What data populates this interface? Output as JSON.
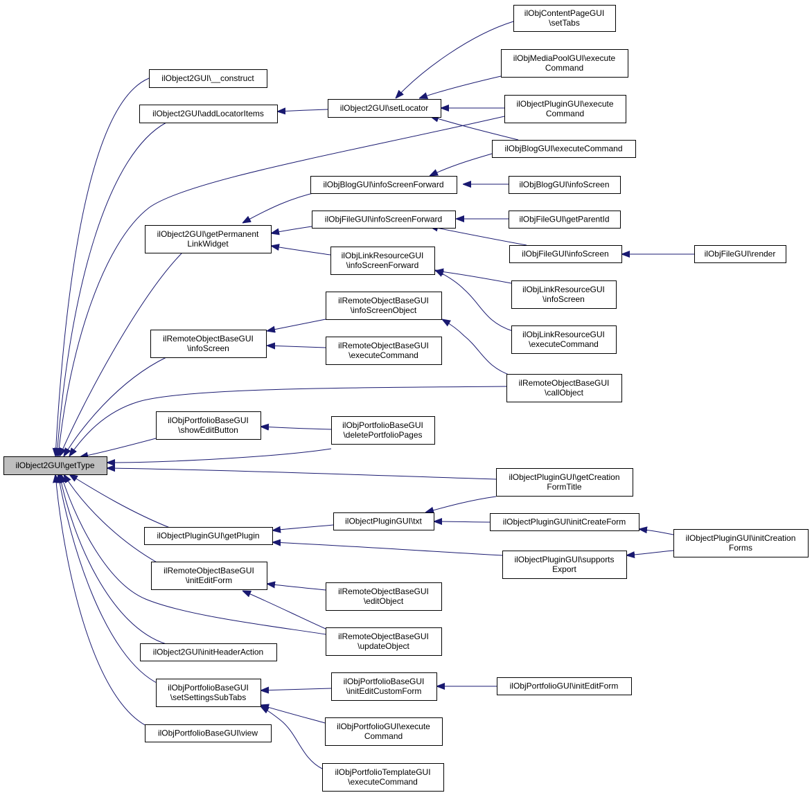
{
  "nodes": {
    "root": [
      "ilObject2GUI\\getType"
    ],
    "n_construct": [
      "ilObject2GUI\\__construct"
    ],
    "n_addLocatorItems": [
      "ilObject2GUI\\addLocatorItems"
    ],
    "n_setLocator": [
      "ilObject2GUI\\setLocator"
    ],
    "n_contentPageSetTabs": [
      "ilObjContentPageGUI",
      "\\setTabs"
    ],
    "n_mediaPoolExec": [
      "ilObjMediaPoolGUI\\execute",
      "Command"
    ],
    "n_pluginExec": [
      "ilObjectPluginGUI\\execute",
      "Command"
    ],
    "n_blogExec": [
      "ilObjBlogGUI\\executeCommand"
    ],
    "n_blogInfoFwd": [
      "ilObjBlogGUI\\infoScreenForward"
    ],
    "n_blogInfo": [
      "ilObjBlogGUI\\infoScreen"
    ],
    "n_permLink": [
      "ilObject2GUI\\getPermanent",
      "LinkWidget"
    ],
    "n_fileInfoFwd": [
      "ilObjFileGUI\\infoScreenForward"
    ],
    "n_fileParentId": [
      "ilObjFileGUI\\getParentId"
    ],
    "n_fileInfo": [
      "ilObjFileGUI\\infoScreen"
    ],
    "n_fileRender": [
      "ilObjFileGUI\\render"
    ],
    "n_linkInfoFwd": [
      "ilObjLinkResourceGUI",
      "\\infoScreenForward"
    ],
    "n_linkInfo": [
      "ilObjLinkResourceGUI",
      "\\infoScreen"
    ],
    "n_linkExec": [
      "ilObjLinkResourceGUI",
      "\\executeCommand"
    ],
    "n_remoteInfoObj": [
      "ilRemoteObjectBaseGUI",
      "\\infoScreenObject"
    ],
    "n_remoteInfo": [
      "ilRemoteObjectBaseGUI",
      "\\infoScreen"
    ],
    "n_remoteExec": [
      "ilRemoteObjectBaseGUI",
      "\\executeCommand"
    ],
    "n_remoteCall": [
      "ilRemoteObjectBaseGUI",
      "\\callObject"
    ],
    "n_portShowEdit": [
      "ilObjPortfolioBaseGUI",
      "\\showEditButton"
    ],
    "n_portDelete": [
      "ilObjPortfolioBaseGUI",
      "\\deletePortfolioPages"
    ],
    "n_pluginCreationTitle": [
      "ilObjectPluginGUI\\getCreation",
      "FormTitle"
    ],
    "n_pluginGetPlugin": [
      "ilObjectPluginGUI\\getPlugin"
    ],
    "n_pluginTxt": [
      "ilObjectPluginGUI\\txt"
    ],
    "n_pluginInitCreate": [
      "ilObjectPluginGUI\\initCreateForm"
    ],
    "n_pluginInitCreations": [
      "ilObjectPluginGUI\\initCreation",
      "Forms"
    ],
    "n_pluginSupports": [
      "ilObjectPluginGUI\\supports",
      "Export"
    ],
    "n_remoteInitEdit": [
      "ilRemoteObjectBaseGUI",
      "\\initEditForm"
    ],
    "n_remoteEdit": [
      "ilRemoteObjectBaseGUI",
      "\\editObject"
    ],
    "n_remoteUpdate": [
      "ilRemoteObjectBaseGUI",
      "\\updateObject"
    ],
    "n_initHeader": [
      "ilObject2GUI\\initHeaderAction"
    ],
    "n_portSettingsTabs": [
      "ilObjPortfolioBaseGUI",
      "\\setSettingsSubTabs"
    ],
    "n_portInitCustom": [
      "ilObjPortfolioBaseGUI",
      "\\initEditCustomForm"
    ],
    "n_portfolioInitEdit": [
      "ilObjPortfolioGUI\\initEditForm"
    ],
    "n_portfolioExec": [
      "ilObjPortfolioGUI\\execute",
      "Command"
    ],
    "n_portTemplateExec": [
      "ilObjPortfolioTemplateGUI",
      "\\executeCommand"
    ],
    "n_portView": [
      "ilObjPortfolioBaseGUI\\view"
    ]
  }
}
